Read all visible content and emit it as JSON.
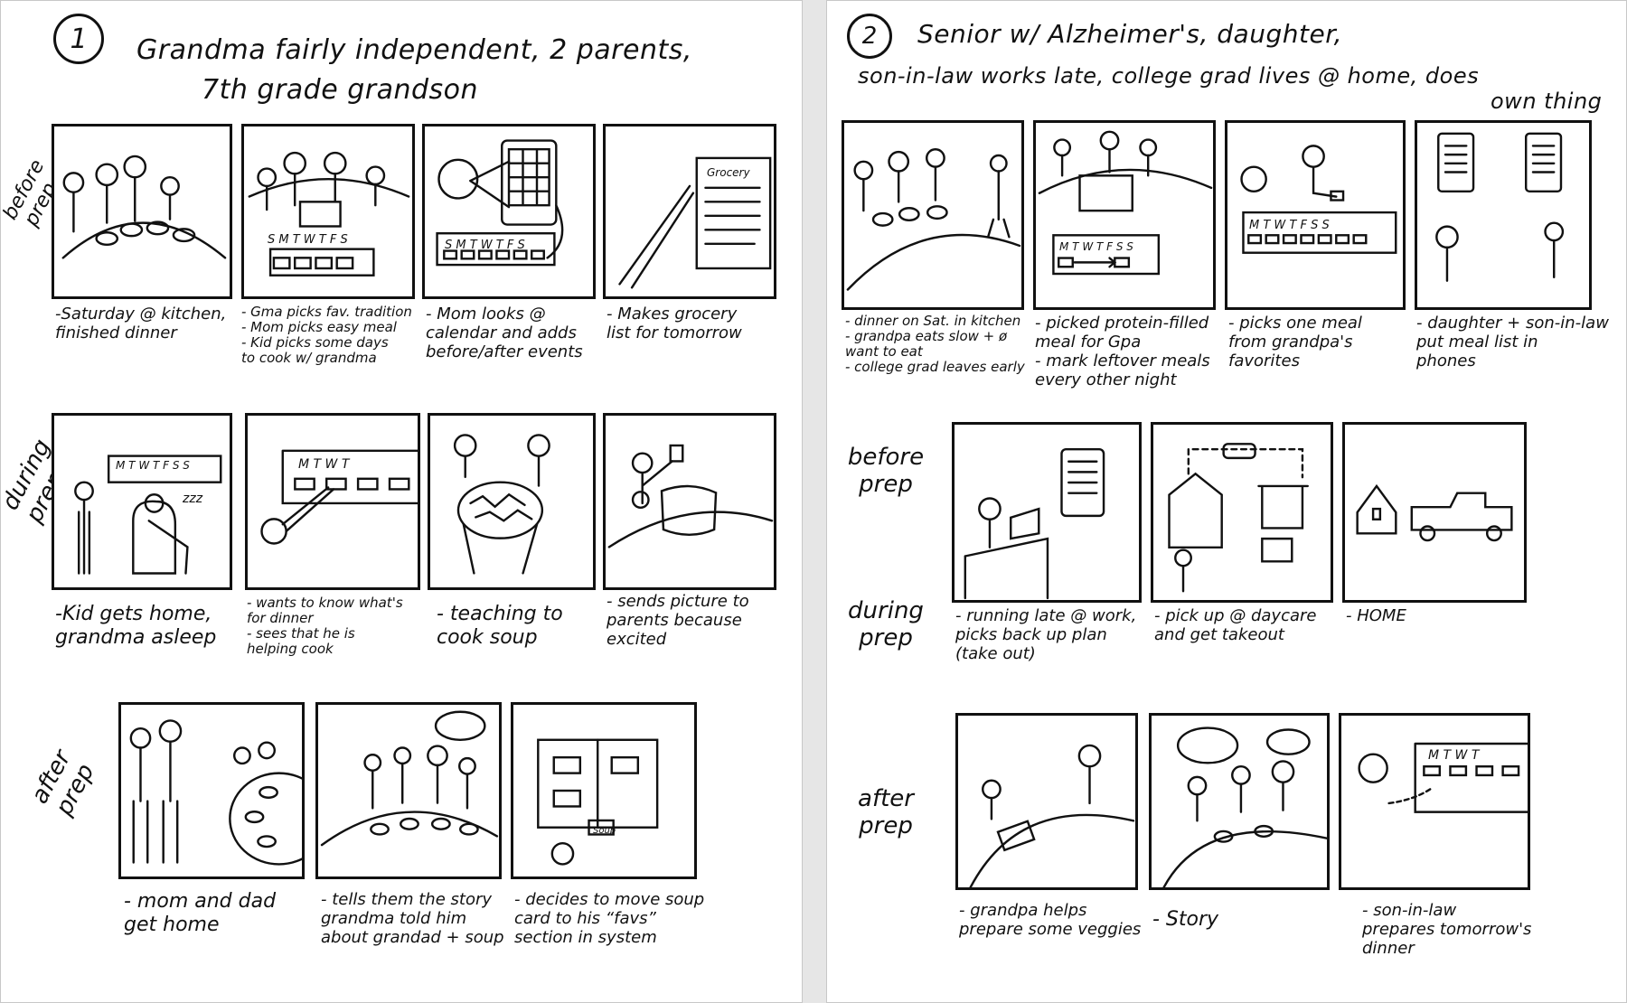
{
  "storyboard_1": {
    "number": "1",
    "title_line1": "Grandma fairly independent, 2 parents,",
    "title_line2": "7th grade grandson",
    "phases": {
      "before": "before\nprep",
      "during": "during\nprep",
      "after": "after\nprep"
    },
    "captions": {
      "b1": "-Saturday @ kitchen,\nfinished dinner",
      "b2": "- Gma picks fav. tradition\n- Mom picks easy meal\n- Kid picks some days\n  to cook w/ grandma",
      "b3": "- Mom looks @\ncalendar and adds\nbefore/after events",
      "b4": "- Makes grocery\nlist for tomorrow",
      "d1": "-Kid gets home,\ngrandma asleep",
      "d2": "- wants to know what's\nfor dinner\n- sees that he is\nhelping cook",
      "d3": "- teaching to\ncook soup",
      "d4": "- sends picture to\nparents because\nexcited",
      "a1": "- mom and dad\nget home",
      "a2": "- tells them the story\ngrandma told him\nabout grandad + soup",
      "a3": "- decides to move soup\ncard to his “favs”\nsection in system"
    },
    "sketch_labels": {
      "week_full": "S M T W T F S",
      "week_calendar": "S M T W T F S",
      "week_during": "M T W T F S S",
      "week_partial": "M   T   W   T",
      "grocery": "Grocery",
      "soup": "Soup",
      "zzz": "zzz"
    }
  },
  "storyboard_2": {
    "number": "2",
    "title_line1": "Senior w/ Alzheimer's, daughter,",
    "title_line2": "son-in-law works late, college grad lives @ home, does",
    "title_line3": "own thing",
    "phases": {
      "before": "before\nprep",
      "during": "during\nprep",
      "after": "after\nprep"
    },
    "captions": {
      "b1": "- dinner on Sat. in kitchen\n- grandpa eats slow + ø\n  want to eat\n- college grad leaves early",
      "b2": "- picked protein-filled\nmeal for Gpa\n- mark leftover meals\nevery other night",
      "b3": "- picks one meal\nfrom grandpa's\nfavorites",
      "b4": "- daughter + son-in-law\nput meal list in\nphones",
      "d1": "- running late @ work,\npicks back up plan\n(take out)",
      "d2": "- pick up @ daycare\nand get takeout",
      "d3": "- HOME",
      "a1": "- grandpa helps\nprepare some veggies",
      "a2": "- Story",
      "a3": "- son-in-law\nprepares tomorrow's\ndinner"
    },
    "sketch_labels": {
      "week_mt": "M  T  W T F S S",
      "week_b3": "M T W T F S S",
      "week_a3": "M  T  W  T"
    }
  }
}
